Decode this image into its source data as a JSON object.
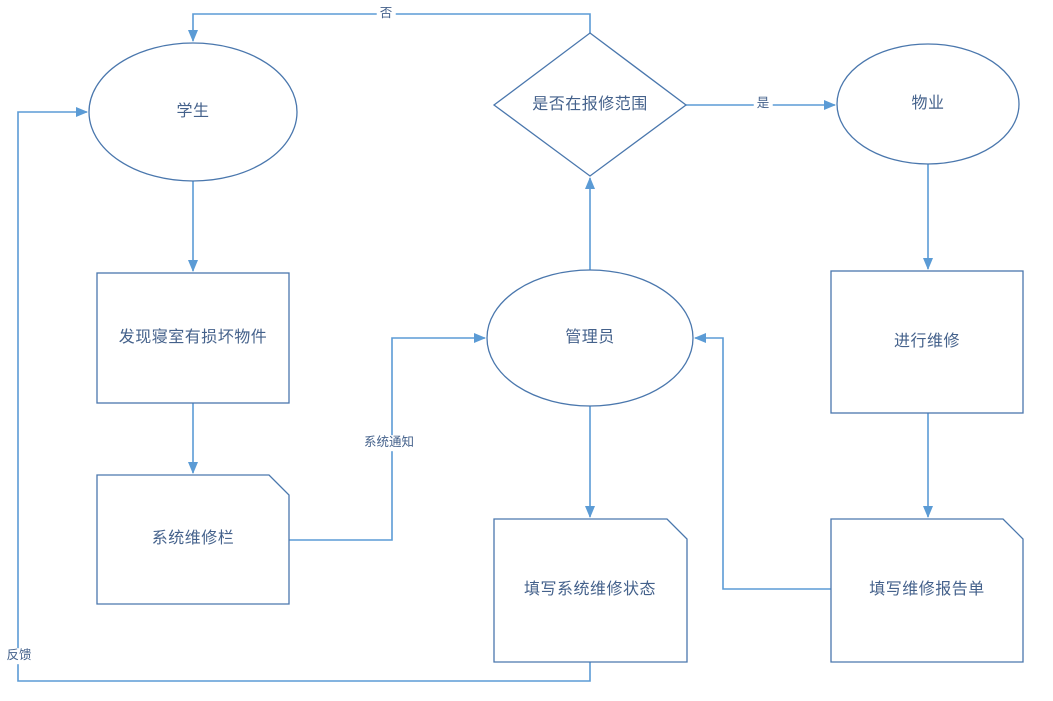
{
  "diagram": {
    "type": "flowchart",
    "nodes": {
      "student": {
        "label": "学生",
        "shape": "ellipse"
      },
      "scope_decision": {
        "label": "是否在报修范围",
        "shape": "diamond"
      },
      "property": {
        "label": "物业",
        "shape": "ellipse"
      },
      "found_damage": {
        "label": "发现寝室有损坏物件",
        "shape": "rect"
      },
      "admin": {
        "label": "管理员",
        "shape": "ellipse"
      },
      "do_repair": {
        "label": "进行维修",
        "shape": "rect"
      },
      "system_repair_bar": {
        "label": "系统维修栏",
        "shape": "card"
      },
      "fill_repair_status": {
        "label": "填写系统维修状态",
        "shape": "card"
      },
      "fill_repair_report": {
        "label": "填写维修报告单",
        "shape": "card"
      }
    },
    "edge_labels": {
      "no": "否",
      "yes": "是",
      "system_notice": "系统通知",
      "feedback": "反馈"
    },
    "colors": {
      "shape_stroke": "#4a77ad",
      "connector": "#5b9bd5",
      "text": "#44618b",
      "shape_fill": "#ffffff",
      "background": "#ffffff"
    }
  }
}
